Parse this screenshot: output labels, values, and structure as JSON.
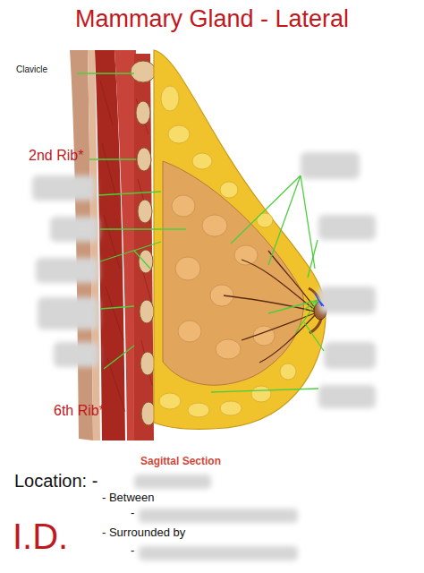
{
  "diagram": {
    "title": "Mammary Gland - Lateral",
    "caption": "Sagittal Section",
    "labels": [
      "Clavicle",
      "2nd Rib*",
      "6th Rib*",
      "Location: -",
      "- Between",
      "-",
      "I.D.",
      "- Surrounded by",
      "-"
    ]
  }
}
